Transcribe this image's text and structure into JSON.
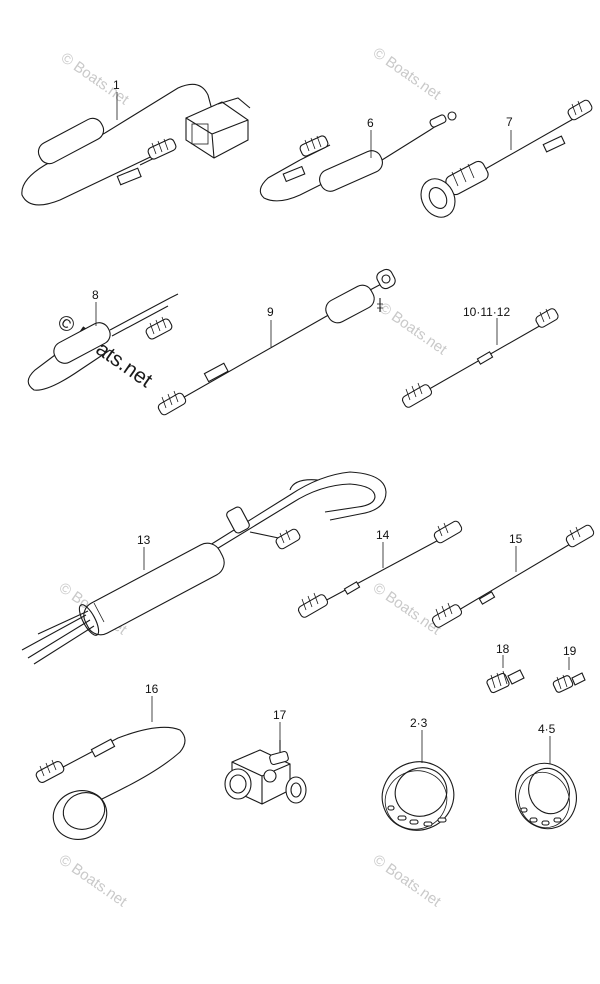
{
  "watermarks": {
    "small": "© Boats.net",
    "large": "© Boats.net"
  },
  "part_labels": {
    "p1": "1",
    "p6": "6",
    "p7": "7",
    "p8": "8",
    "p9": "9",
    "p10": "10·11·12",
    "p13": "13",
    "p14": "14",
    "p15": "15",
    "p16": "16",
    "p17": "17",
    "p18": "18",
    "p19": "19",
    "p23": "2·3",
    "p45": "4·5"
  }
}
